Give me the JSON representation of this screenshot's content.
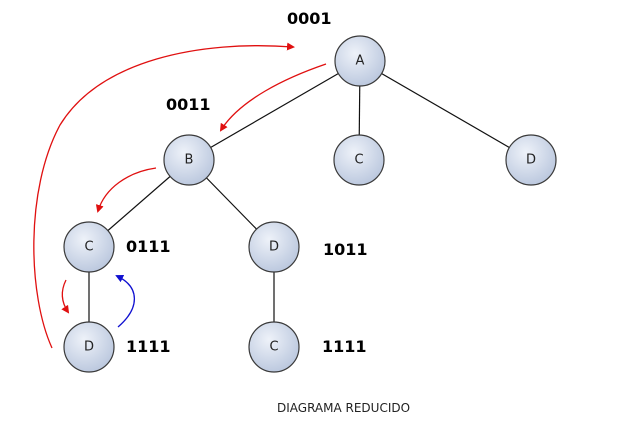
{
  "nodes": {
    "a": "A",
    "b": "B",
    "c_top": "C",
    "d_top": "D",
    "c_mid": "C",
    "d_mid": "D",
    "d_bottom": "D",
    "c_bottom": "C"
  },
  "codes": {
    "a": "0001",
    "b": "0011",
    "c_mid": "0111",
    "d_mid": "1011",
    "d_bottom": "1111",
    "c_bottom": "1111"
  },
  "caption": "DIAGRAMA REDUCIDO",
  "colors": {
    "node_fill_light": "#eef2f9",
    "node_fill_dark": "#b9c6dd",
    "forward_arrow": "#e01010",
    "back_arrow": "#1010d0"
  }
}
